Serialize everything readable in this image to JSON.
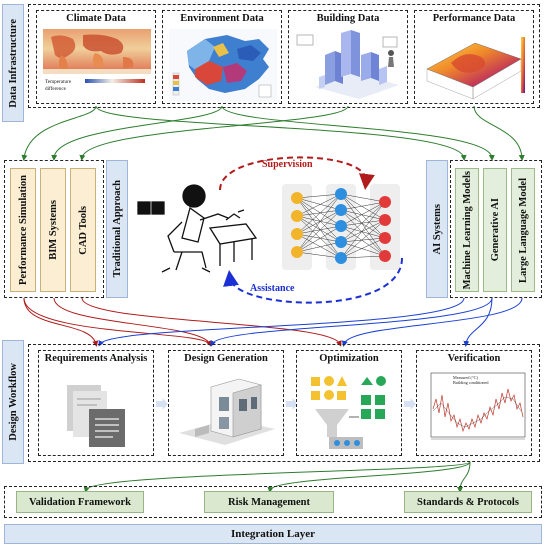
{
  "data_infrastructure": {
    "label": "Data Infrastructure",
    "panels": [
      {
        "title": "Climate Data",
        "legend_text_1": "Temperature",
        "legend_text_2": "difference"
      },
      {
        "title": "Environment Data"
      },
      {
        "title": "Building Data"
      },
      {
        "title": "Performance Data"
      }
    ]
  },
  "tools": {
    "items": [
      "Performance Simulation",
      "BIM Systems",
      "CAD Tools"
    ]
  },
  "traditional_approach": {
    "label": "Traditional Approach"
  },
  "center": {
    "supervision": "Supervision",
    "assistance": "Assistance",
    "supervision_color": "#b01b1b",
    "assistance_color": "#1a2fd4"
  },
  "ai_systems": {
    "label": "AI Systems",
    "items": [
      "Machine Learning Models",
      "Generative AI",
      "Large Language Model"
    ]
  },
  "design_workflow": {
    "label": "Design Workflow",
    "steps": [
      "Requirements Analysis",
      "Design Generation",
      "Optimization",
      "Verification"
    ],
    "verification_legend_1": "Measured (°C)",
    "verification_legend_2": "Building conditioned"
  },
  "bottom": {
    "items": [
      "Validation Framework",
      "Risk Management",
      "Standards & Protocols"
    ],
    "integration_layer": "Integration Layer"
  },
  "colors": {
    "blue_label": "#dbe6f4",
    "tool_fill": "#fbeed2",
    "ai_fill": "#e3efdc",
    "green_line": "#2e7d2e",
    "red_line": "#b01b1b",
    "blue_line": "#1a3fd4"
  }
}
